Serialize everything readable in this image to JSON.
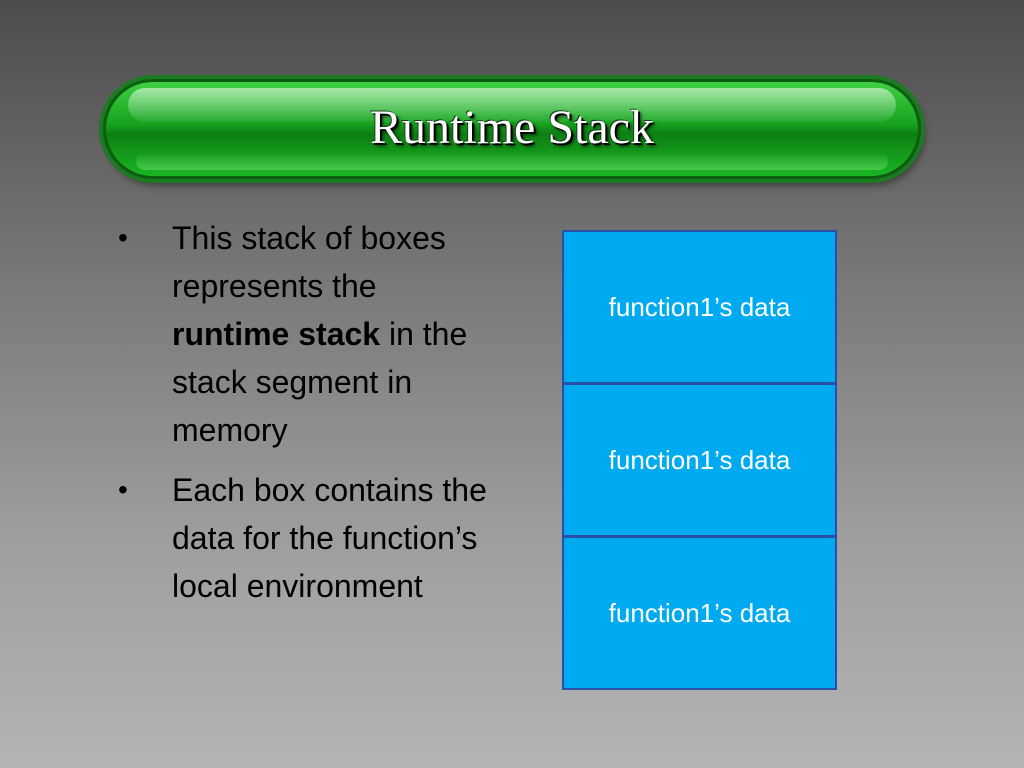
{
  "slide": {
    "title": "Runtime Stack",
    "bullets": [
      {
        "pre": "This stack of boxes represents the ",
        "bold1": "runtime",
        "bold2": "stack",
        "post": " in the stack segment in memory"
      },
      {
        "text": "Each box contains the data for the function’s local environment"
      }
    ],
    "stack_boxes": [
      "function1’s data",
      "function1’s data",
      "function1’s data"
    ]
  },
  "colors": {
    "title_fill": "#16a21e",
    "box_fill": "#00aaf0",
    "box_border": "#2a4fa8"
  }
}
